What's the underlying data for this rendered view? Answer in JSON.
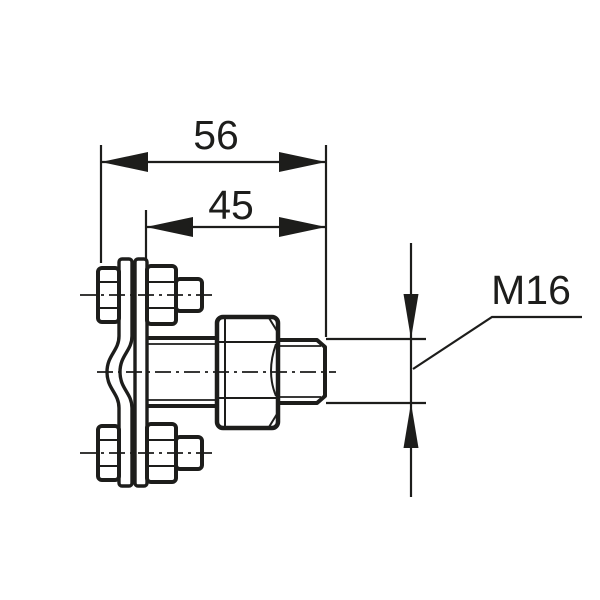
{
  "drawing": {
    "kind": "technical-dimension-drawing",
    "labels": {
      "dim_overall_length": "56",
      "dim_stud_length": "45",
      "thread_spec": "M16"
    },
    "colors": {
      "line": "#1d1d1b",
      "background": "#ffffff"
    }
  }
}
